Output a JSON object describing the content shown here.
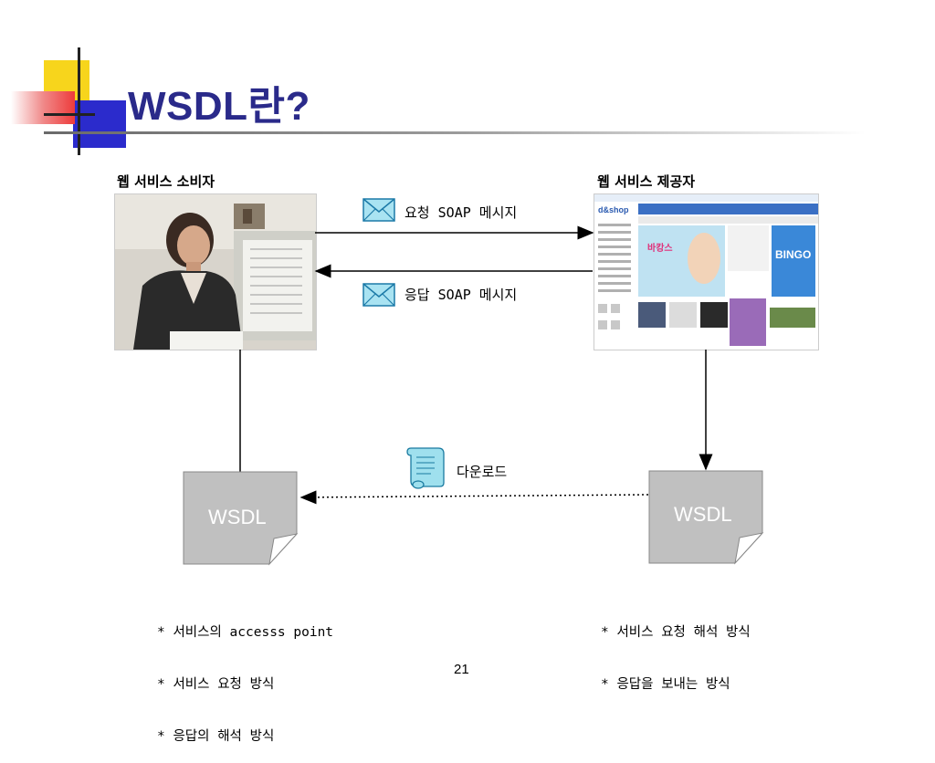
{
  "slide": {
    "title": "WSDL란?",
    "page_number": "21"
  },
  "consumer": {
    "label": "웹 서비스 소비자"
  },
  "provider": {
    "label": "웹 서비스 제공자"
  },
  "messages": {
    "request": "요청 SOAP 메시지",
    "response": "응답 SOAP 메시지",
    "download": "다운로드"
  },
  "wsdl_docs": {
    "left": "WSDL",
    "right": "WSDL"
  },
  "notes_left": [
    "* 서비스의 accesss point",
    "* 서비스 요청 방식",
    "* 응답의 해석 방식"
  ],
  "notes_right": [
    "* 서비스 요청 해석 방식",
    "* 응답을 보내는 방식"
  ],
  "website": {
    "logo": "d&shop",
    "banner": "바캉스",
    "bingo": "BINGO"
  },
  "colors": {
    "title": "#2a2a8a",
    "doc_fill": "#c0c0c0",
    "deco_yellow": "#f7d51c",
    "deco_blue": "#2b2bcc",
    "deco_red": "#ee4444"
  }
}
